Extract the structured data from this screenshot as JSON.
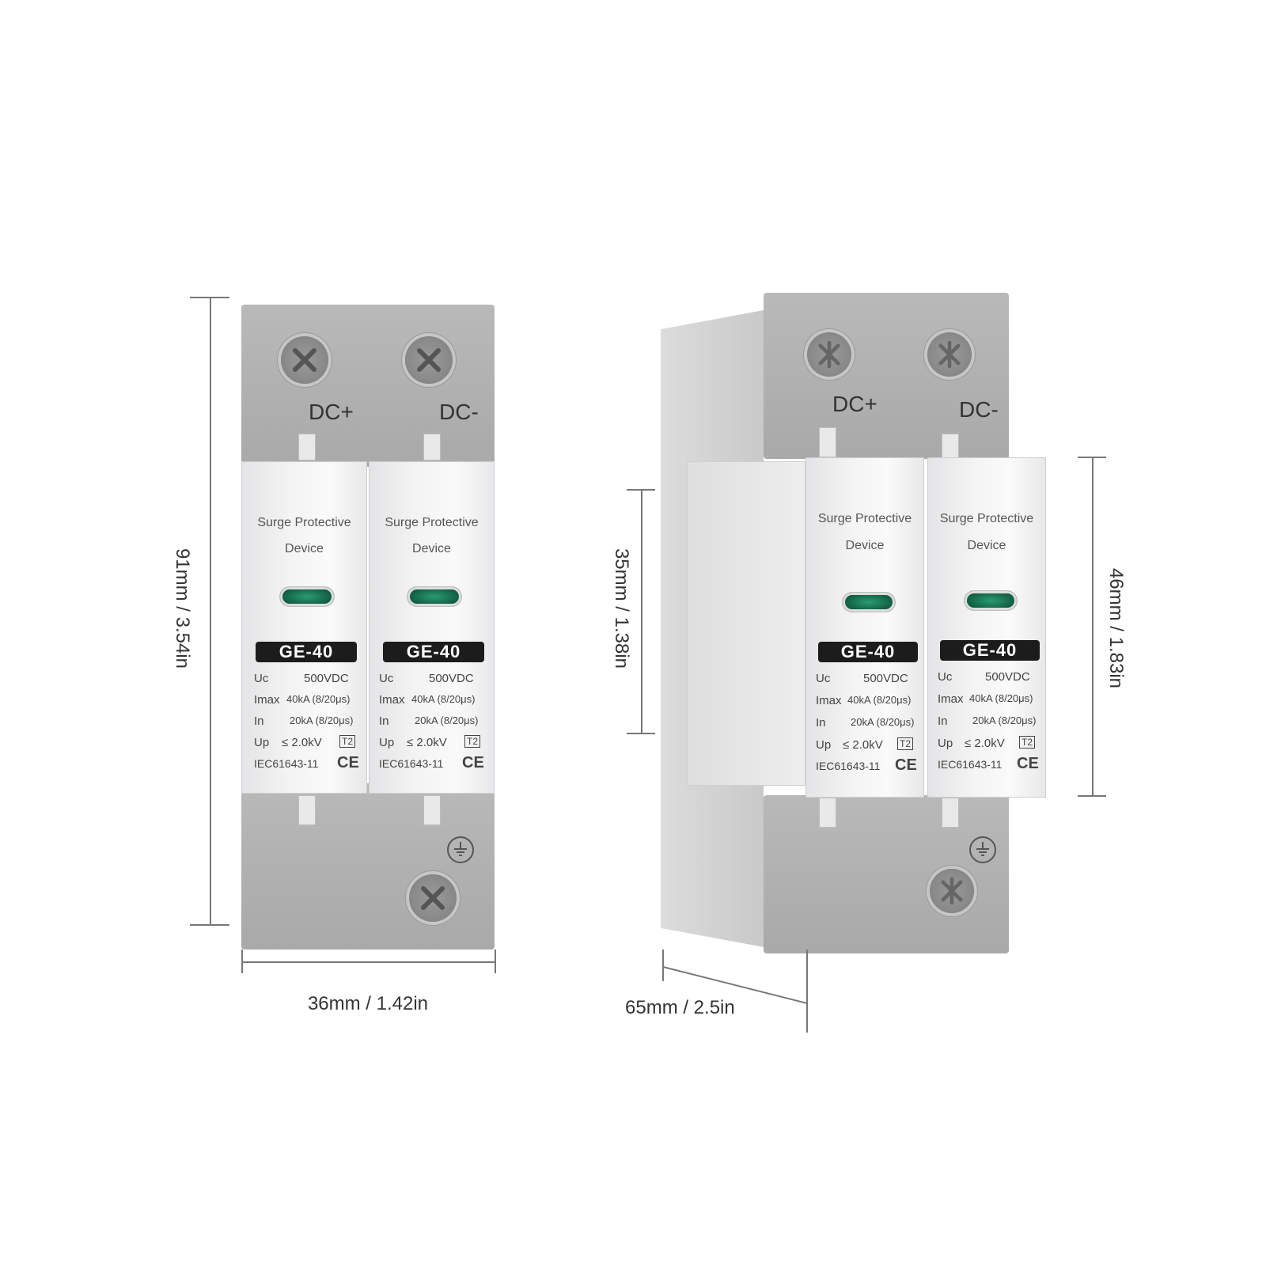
{
  "image_title": "",
  "dimensions": {
    "height": "91mm / 3.54in",
    "width": "36mm / 1.42in",
    "depth": "65mm / 2.5in",
    "module_height_left": "35mm / 1.38in",
    "module_height_right": "46mm / 1.83in"
  },
  "terminals": {
    "positive": "DC+",
    "negative": "DC-"
  },
  "module": {
    "title_line1": "Surge Protective",
    "title_line2": "Device",
    "model": "GE-40",
    "specs": [
      {
        "key": "Uc",
        "value": "500VDC"
      },
      {
        "key": "Imax",
        "value": "40kA (8/20μs)"
      },
      {
        "key": "In",
        "value": "20kA (8/20μs)"
      },
      {
        "key": "Up",
        "value": "≤ 2.0kV"
      }
    ],
    "type_badge": "T2",
    "standard": "IEC61643-11",
    "cert": "CE"
  },
  "colors": {
    "housing": "#ababab",
    "module": "#f2f2f3",
    "badge": "#1c1c1c",
    "led": "#1a7a55"
  }
}
